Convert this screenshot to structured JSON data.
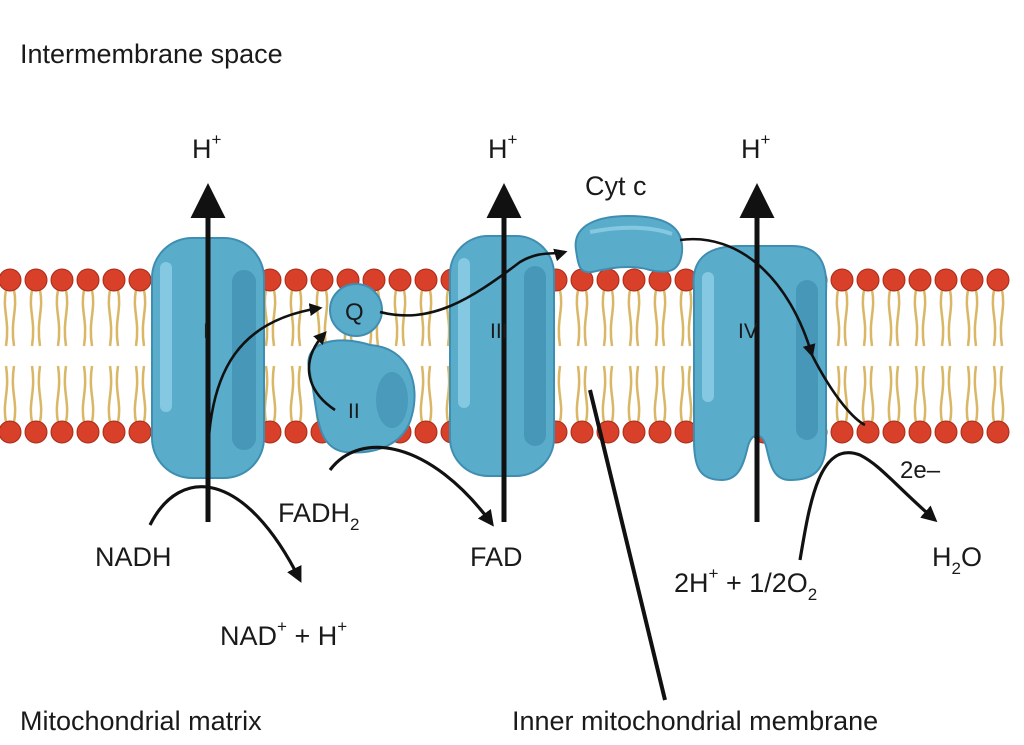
{
  "colors": {
    "protein": "#5aaccb",
    "protein_dark": "#3f8eb1",
    "protein_light": "#8fd0e6",
    "head": "#d8402a",
    "tail": "#d9b766",
    "arrow": "#111111"
  },
  "regions": {
    "top": "Intermembrane space",
    "bottom": "Mitochondrial matrix",
    "membrane": "Inner mitochondrial membrane"
  },
  "complexes": {
    "one": "I",
    "two": "II",
    "three": "III",
    "four": "IV",
    "q": "Q",
    "cytc": "Cyt c"
  },
  "proton": {
    "base": "H",
    "charge": "+"
  },
  "molecules": {
    "nadh": "NADH",
    "nad": "NAD",
    "nad_plus": "+",
    "plus_h": " + H",
    "plus_h_charge": "+",
    "fadh": "FADH",
    "fadh_sub": "2",
    "fad": "FAD",
    "oxygen_pre": "2H",
    "oxygen_charge": "+",
    "oxygen_mid": " + 1/2O",
    "oxygen_sub": "2",
    "water_h": "H",
    "water_sub": "2",
    "water_o": "O",
    "electrons": "2e–"
  },
  "icons": [
    "proton-arrow-icon",
    "electron-path-arrow-icon",
    "pointer-line-icon"
  ]
}
